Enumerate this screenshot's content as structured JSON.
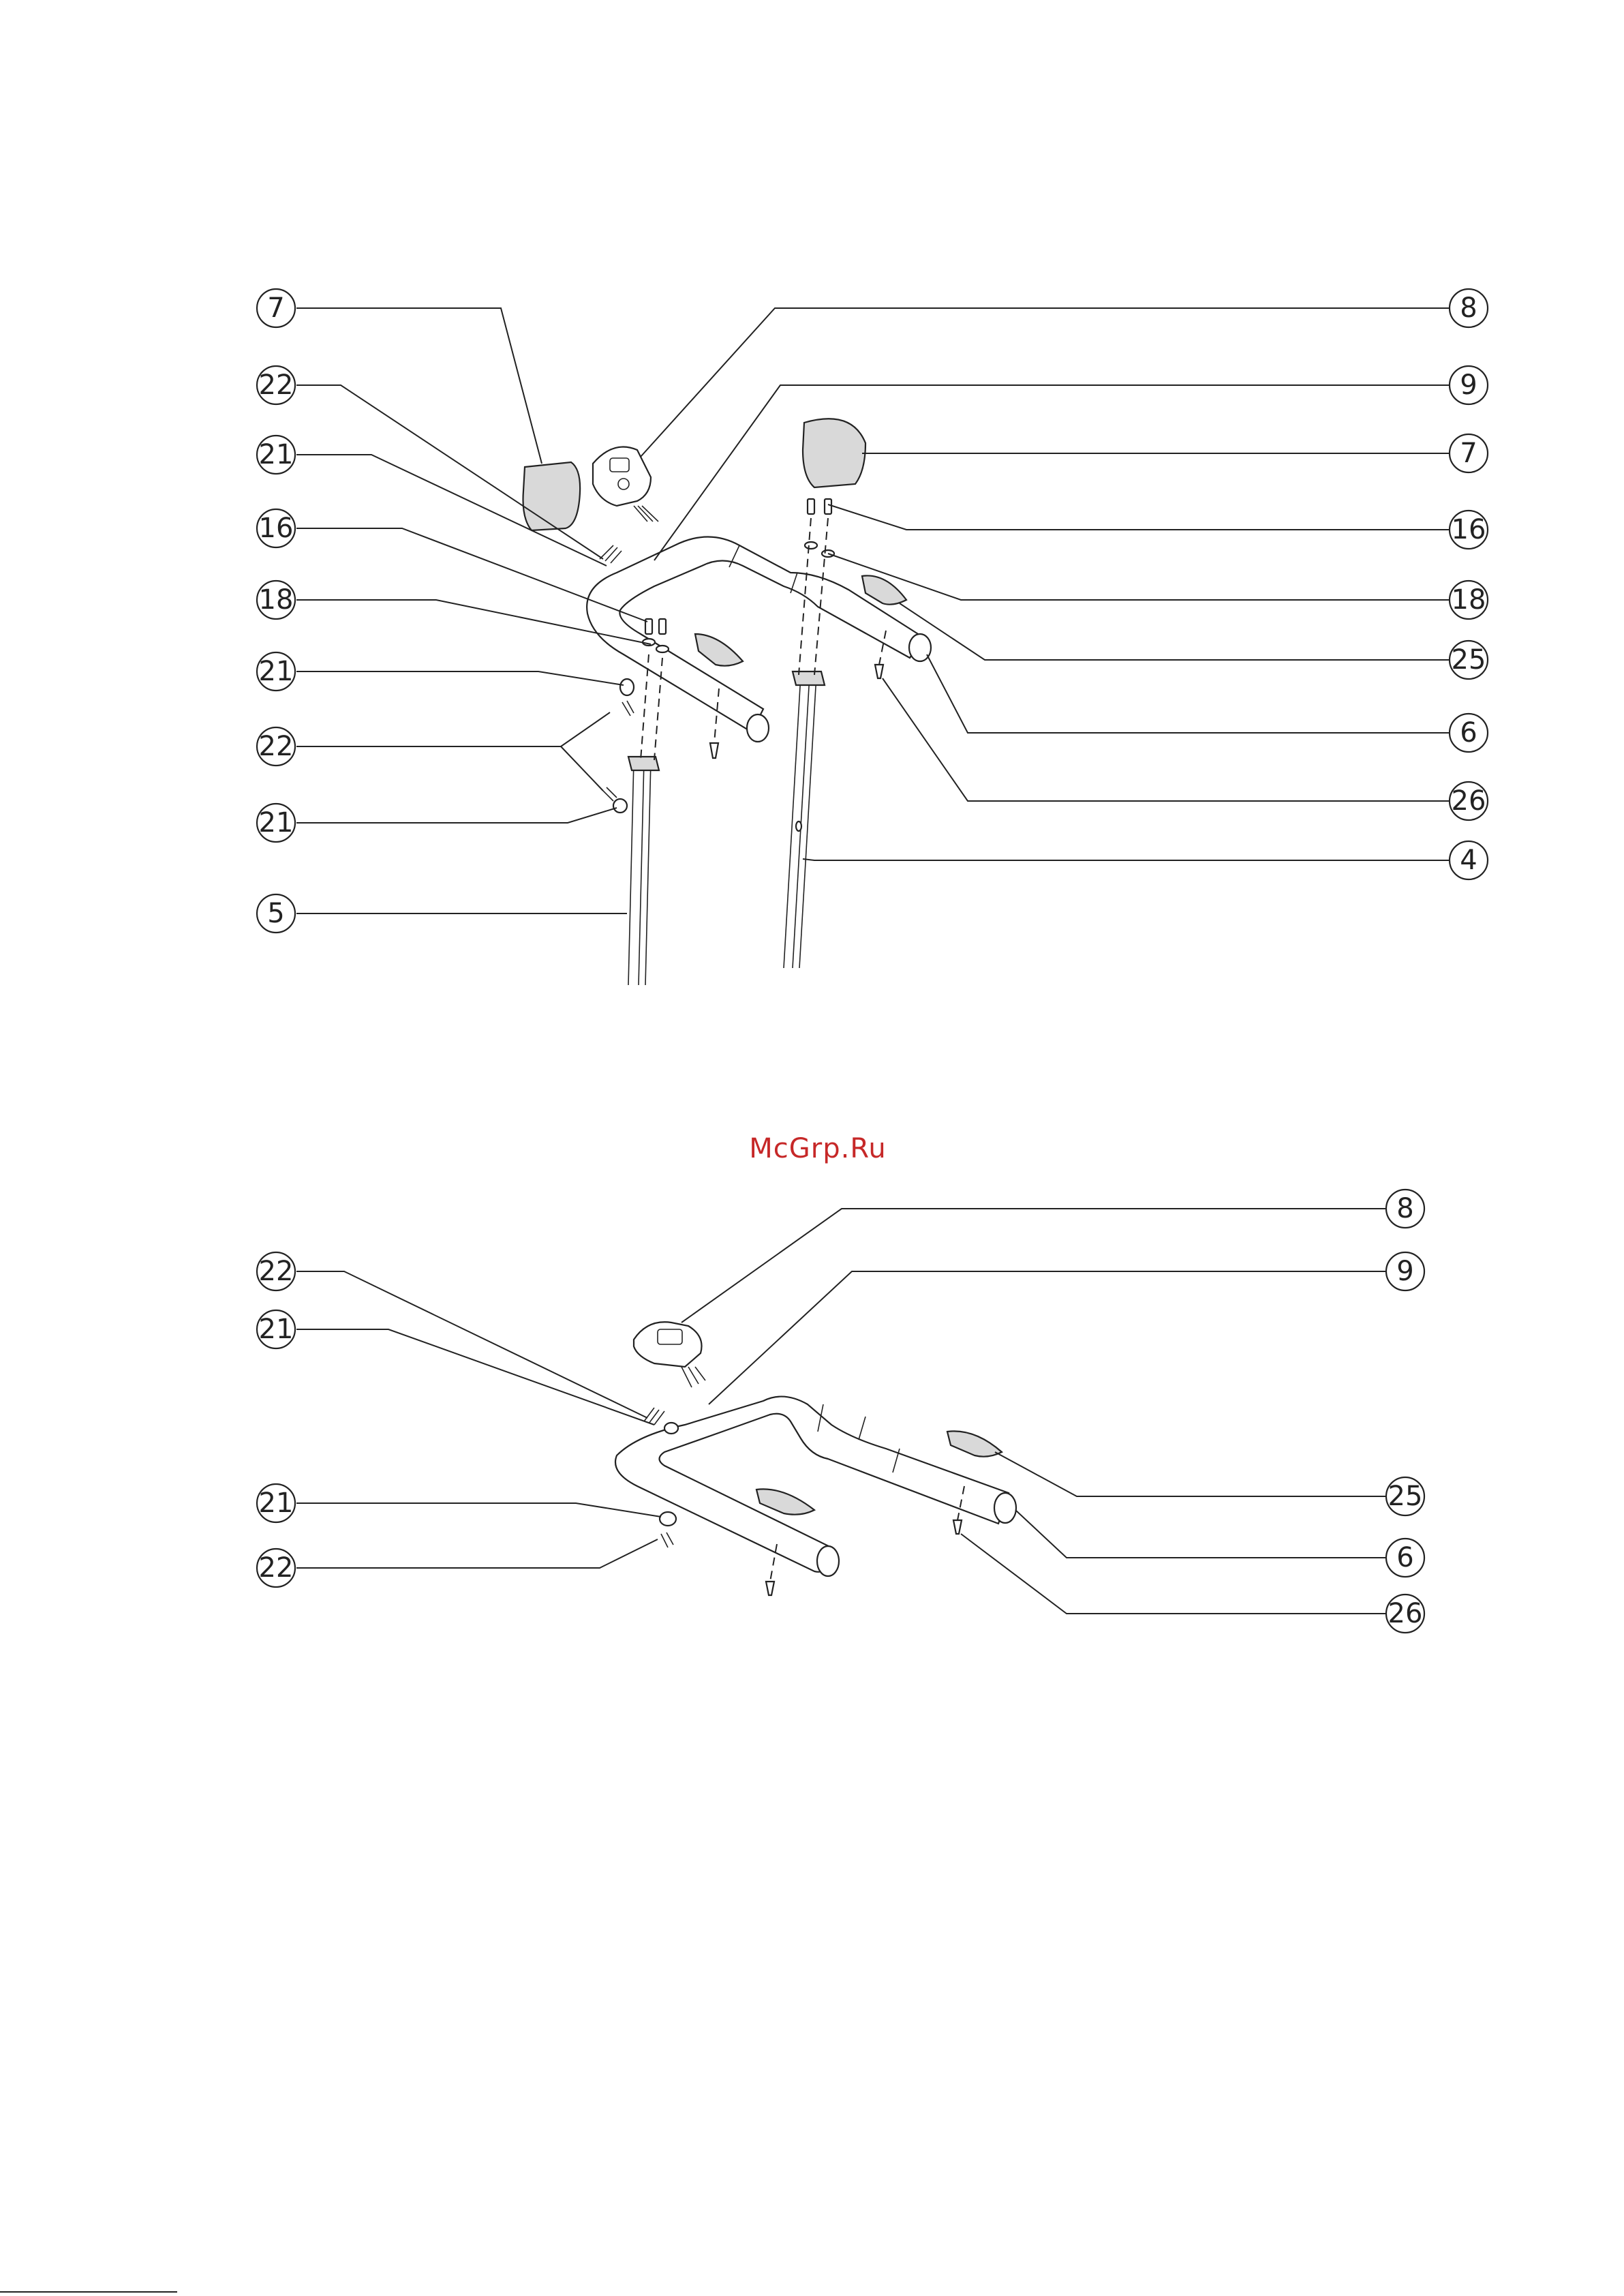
{
  "watermark": "McGrp.Ru",
  "diagram_top": {
    "callouts": {
      "left": [
        "7",
        "22",
        "21",
        "16",
        "18",
        "21",
        "22",
        "21",
        "5"
      ],
      "right": [
        "8",
        "9",
        "7",
        "16",
        "18",
        "25",
        "6",
        "26",
        "4"
      ]
    }
  },
  "diagram_bottom": {
    "callouts": {
      "left": [
        "22",
        "21",
        "21",
        "22"
      ],
      "right": [
        "8",
        "9",
        "25",
        "6",
        "26"
      ]
    }
  }
}
